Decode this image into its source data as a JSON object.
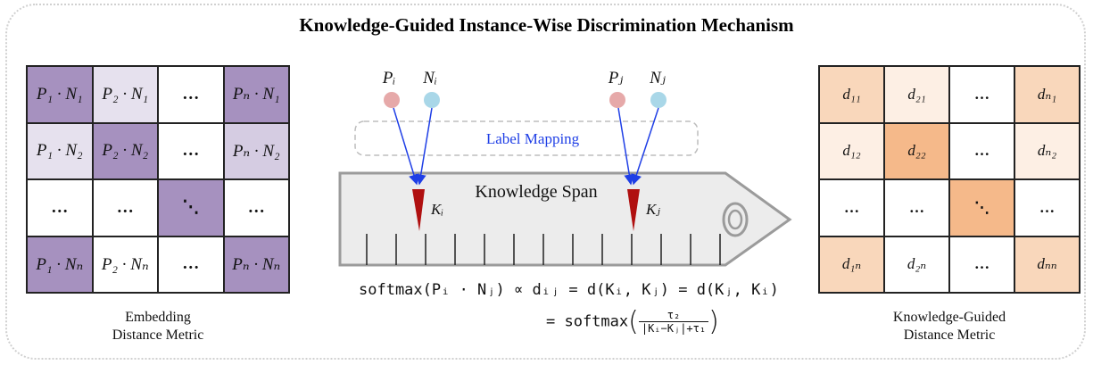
{
  "title": "Knowledge-Guided Instance-Wise Discrimination Mechanism",
  "left_matrix": {
    "caption_line1": "Embedding",
    "caption_line2": "Distance Metric",
    "rows": [
      [
        {
          "text": "P₁ · N₁",
          "shade": "#a691bf"
        },
        {
          "text": "P₂ · N₁",
          "shade": "#e6e1ee"
        },
        {
          "text": "…",
          "shade": "#ffffff"
        },
        {
          "text": "Pₙ · N₁",
          "shade": "#a691bf"
        }
      ],
      [
        {
          "text": "P₁ · N₂",
          "shade": "#e6e1ee"
        },
        {
          "text": "P₂ · N₂",
          "shade": "#a691bf"
        },
        {
          "text": "…",
          "shade": "#ffffff"
        },
        {
          "text": "Pₙ · N₂",
          "shade": "#d5cce2"
        }
      ],
      [
        {
          "text": "…",
          "shade": "#ffffff"
        },
        {
          "text": "…",
          "shade": "#ffffff"
        },
        {
          "text": "⋱",
          "shade": "#a691bf"
        },
        {
          "text": "…",
          "shade": "#ffffff"
        }
      ],
      [
        {
          "text": "P₁ · Nₙ",
          "shade": "#a691bf"
        },
        {
          "text": "P₂ · Nₙ",
          "shade": "#ffffff"
        },
        {
          "text": "…",
          "shade": "#ffffff"
        },
        {
          "text": "Pₙ · Nₙ",
          "shade": "#a691bf"
        }
      ]
    ]
  },
  "right_matrix": {
    "caption_line1": "Knowledge-Guided",
    "caption_line2": "Distance Metric",
    "rows": [
      [
        {
          "text": "d₁₁",
          "shade": "#f9d7bb"
        },
        {
          "text": "d₂₁",
          "shade": "#fdefe4"
        },
        {
          "text": "…",
          "shade": "#ffffff"
        },
        {
          "text": "dₙ₁",
          "shade": "#f9d7bb"
        }
      ],
      [
        {
          "text": "d₁₂",
          "shade": "#fdefe4"
        },
        {
          "text": "d₂₂",
          "shade": "#f5b98a"
        },
        {
          "text": "…",
          "shade": "#ffffff"
        },
        {
          "text": "dₙ₂",
          "shade": "#fdefe4"
        }
      ],
      [
        {
          "text": "…",
          "shade": "#ffffff"
        },
        {
          "text": "…",
          "shade": "#ffffff"
        },
        {
          "text": "⋱",
          "shade": "#f5b98a"
        },
        {
          "text": "…",
          "shade": "#ffffff"
        }
      ],
      [
        {
          "text": "d₁ₙ",
          "shade": "#f9d7bb"
        },
        {
          "text": "d₂ₙ",
          "shade": "#ffffff"
        },
        {
          "text": "…",
          "shade": "#ffffff"
        },
        {
          "text": "dₙₙ",
          "shade": "#f9d7bb"
        }
      ]
    ]
  },
  "nodes": {
    "p_i": "Pᵢ",
    "n_i": "Nᵢ",
    "p_j": "Pⱼ",
    "n_j": "Nⱼ"
  },
  "label_mapping": "Label Mapping",
  "knowledge_span": "Knowledge Span",
  "k_i": "Kᵢ",
  "k_j": "Kⱼ",
  "formula": {
    "line1": "softmax(Pᵢ · Nⱼ) ∝ dᵢⱼ = d(Kᵢ, Kⱼ) = d(Kⱼ, Kᵢ)",
    "line2_prefix": "= softmax",
    "frac_num": "τ₂",
    "frac_den": "|Kᵢ−Kⱼ|+τ₁"
  },
  "colors": {
    "purple_dark": "#a691bf",
    "orange_dark": "#f5b98a",
    "node_p": "#e6a9a9",
    "node_n": "#a9d7e8",
    "arrow_blue": "#1f3fe6",
    "pointer_red": "#b01010",
    "label_mapping_text": "#1f3fe6"
  }
}
